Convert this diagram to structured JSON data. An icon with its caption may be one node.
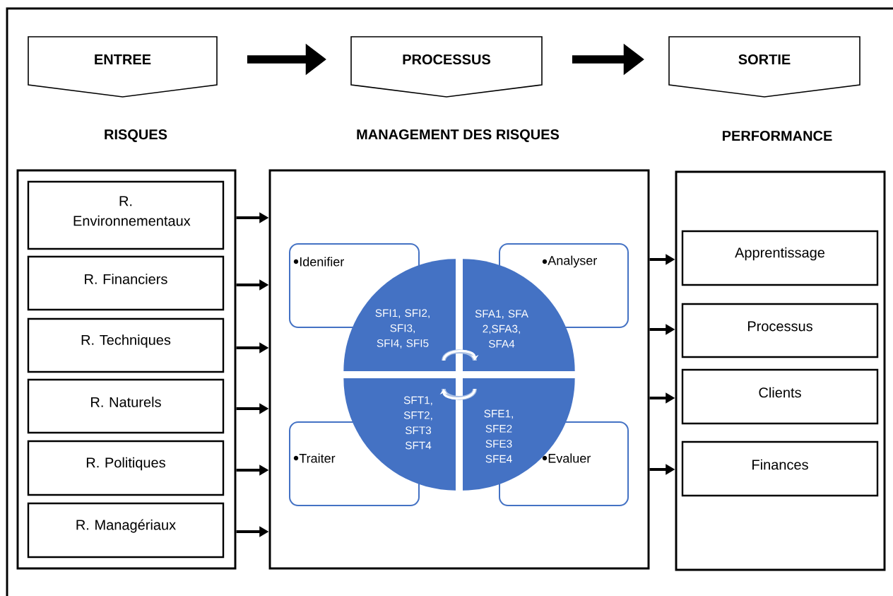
{
  "diagram": {
    "nodes": [
      {
        "text": [
          "ENTREE"
        ]
      },
      {
        "text": [
          "PROCESSUS"
        ]
      },
      {
        "text": [
          "SORTIE"
        ]
      },
      {
        "text": [],
        "shape": "box"
      },
      {
        "text": [
          "R. Environnementaux"
        ],
        "in": 3
      },
      {
        "text": [
          "R. Financiers"
        ],
        "in": 3
      },
      {
        "text": [
          "R. Techniques"
        ],
        "in": 3
      },
      {
        "text": [
          "R. Naturels"
        ],
        "in": 3
      },
      {
        "text": [
          "R. Politiques"
        ],
        "in": 3
      },
      {
        "text": [
          "R. Managériaux"
        ],
        "in": 3
      },
      {
        "text": [],
        "shape": "box"
      },
      {
        "text": [
          "Idenifier"
        ],
        "in": 10
      },
      {
        "text": [
          "Analyser"
        ],
        "in": 10
      },
      {
        "text": [
          "Traiter"
        ],
        "in": 10
      },
      {
        "text": [
          "Evaluer"
        ],
        "in": 10
      },
      {
        "text": [
          "SFI1, SFI2, SFI3, SFI4, SFI5"
        ],
        "in": 10
      },
      {
        "text": [
          "SFA1, SFA 2,SFA3, SFA4"
        ],
        "in": 10
      },
      {
        "text": [
          "SFT1, SFT2, SFT3 SFT4"
        ],
        "in": 10
      },
      {
        "text": [
          "SFE1, SFE2 SFE3 SFE4"
        ],
        "in": 10
      },
      {
        "text": [],
        "shape": "box"
      },
      {
        "text": [
          "Apprentissage"
        ],
        "in": 19
      },
      {
        "text": [
          "Processus"
        ],
        "in": 19
      },
      {
        "text": [
          "Clients"
        ],
        "in": 19
      },
      {
        "text": [
          "Finances"
        ],
        "in": 19
      }
    ],
    "edges": [
      {
        "from": 0,
        "to": 1,
        "arrow": "to",
        "style": "thick"
      },
      {
        "from": 1,
        "to": 2,
        "arrow": "to",
        "style": "thick"
      },
      {
        "from": 3,
        "to": 10,
        "arrow": "to"
      },
      {
        "from": 3,
        "to": 10,
        "arrow": "to"
      },
      {
        "from": 3,
        "to": 10,
        "arrow": "to"
      },
      {
        "from": 3,
        "to": 10,
        "arrow": "to"
      },
      {
        "from": 3,
        "to": 10,
        "arrow": "to"
      },
      {
        "from": 3,
        "to": 10,
        "arrow": "to"
      },
      {
        "from": 10,
        "to": 19,
        "arrow": "to"
      },
      {
        "from": 10,
        "to": 19,
        "arrow": "to"
      },
      {
        "from": 10,
        "to": 19,
        "arrow": "to"
      },
      {
        "from": 10,
        "to": 19,
        "arrow": "to"
      },
      {
        "from": 15,
        "to": 16,
        "arrow": "to",
        "color": "#ffffff"
      },
      {
        "from": 18,
        "to": 17,
        "arrow": "to",
        "color": "#ffffff"
      }
    ],
    "labels": [
      "RISQUES",
      "MANAGEMENT DES RISQUES",
      "PERFORMANCE"
    ]
  }
}
